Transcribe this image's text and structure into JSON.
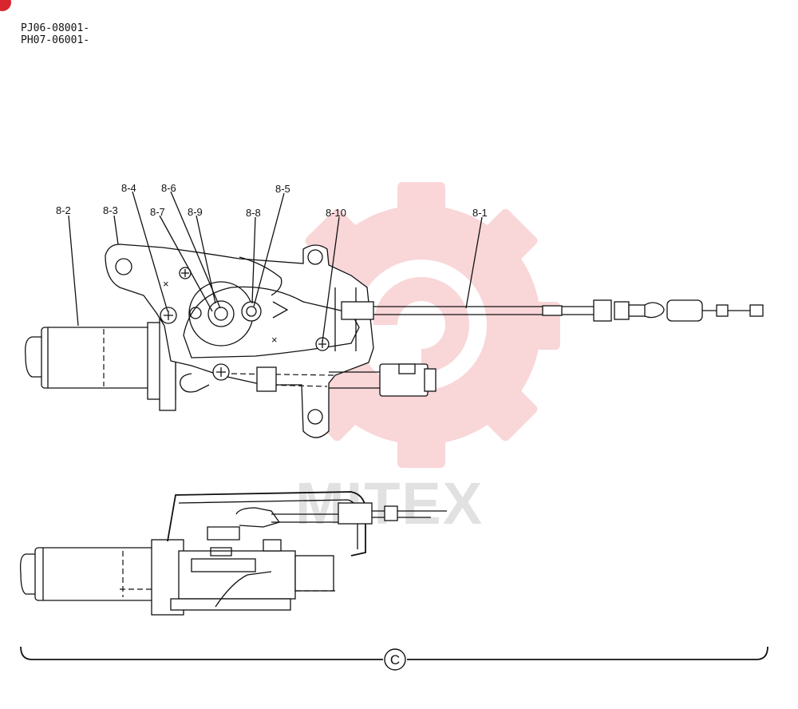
{
  "header": {
    "serial_line_1": "PJ06-08001-",
    "serial_line_2": "PH07-06001-"
  },
  "watermark": {
    "text": "MITEX",
    "color": "#f0a0a6"
  },
  "callouts": [
    "8-4",
    "8-6",
    "8-5",
    "8-2",
    "8-3",
    "8-7",
    "8-9",
    "8-8",
    "8-10",
    "8-1"
  ],
  "section_marker": "C"
}
